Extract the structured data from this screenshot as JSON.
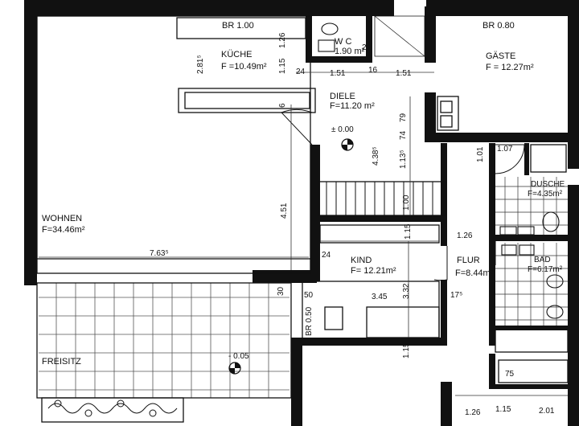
{
  "rooms": {
    "kueche": {
      "name": "KÜCHE",
      "area": "F =10.49m²"
    },
    "wc": {
      "name": "W C",
      "area": "1.90 m²"
    },
    "gaeste": {
      "name": "GÄSTE",
      "area": "F = 12.27m²"
    },
    "diele": {
      "name": "DIELE",
      "area": "F=11.20 m²"
    },
    "wohnen": {
      "name": "WOHNEN",
      "area": "F=34.46m²"
    },
    "kind": {
      "name": "KIND",
      "area": "F= 12.21m²"
    },
    "flur": {
      "name": "FLUR",
      "area": "F=8.44m²"
    },
    "dusche": {
      "name": "DUSCHE",
      "area": "F=4.35m²"
    },
    "bad": {
      "name": "BAD",
      "area": "F=6.17m²"
    },
    "freisitz": {
      "name": "FREISITZ"
    }
  },
  "window_labels": {
    "br_kueche": "BR 1.00",
    "br_gaeste": "BR 0.80",
    "br_kind": "BR 0.50"
  },
  "levels": {
    "diele": "± 0.00",
    "freisitz": "- 0.05"
  },
  "dimensions": {
    "d_126_top": "1.26",
    "d_115_kue": "1.15",
    "d_2815": "2.81⁵",
    "d_24": "24",
    "d_151a": "1.51",
    "d_16": "16",
    "d_151b": "1.51",
    "d_2": "2",
    "d_6": "6",
    "d_4385": "4.38⁵",
    "d_1135": "1.13⁵",
    "d_74": "74",
    "d_79": "79",
    "d_101": "1.01",
    "d_107": "1.07",
    "d_100": "1.00",
    "d_451": "4.51",
    "d_7635": "7.63⁵",
    "d_24b": "24",
    "d_115b": "1.15",
    "d_126b": "1.26",
    "d_30": "30",
    "d_50": "50",
    "d_345": "3.45",
    "d_332": "3.32",
    "d_175": "17⁵",
    "d_115c": "1.15",
    "d_75": "75",
    "d_126c": "1.26",
    "d_115d": "1.15",
    "d_201": "2.01"
  }
}
